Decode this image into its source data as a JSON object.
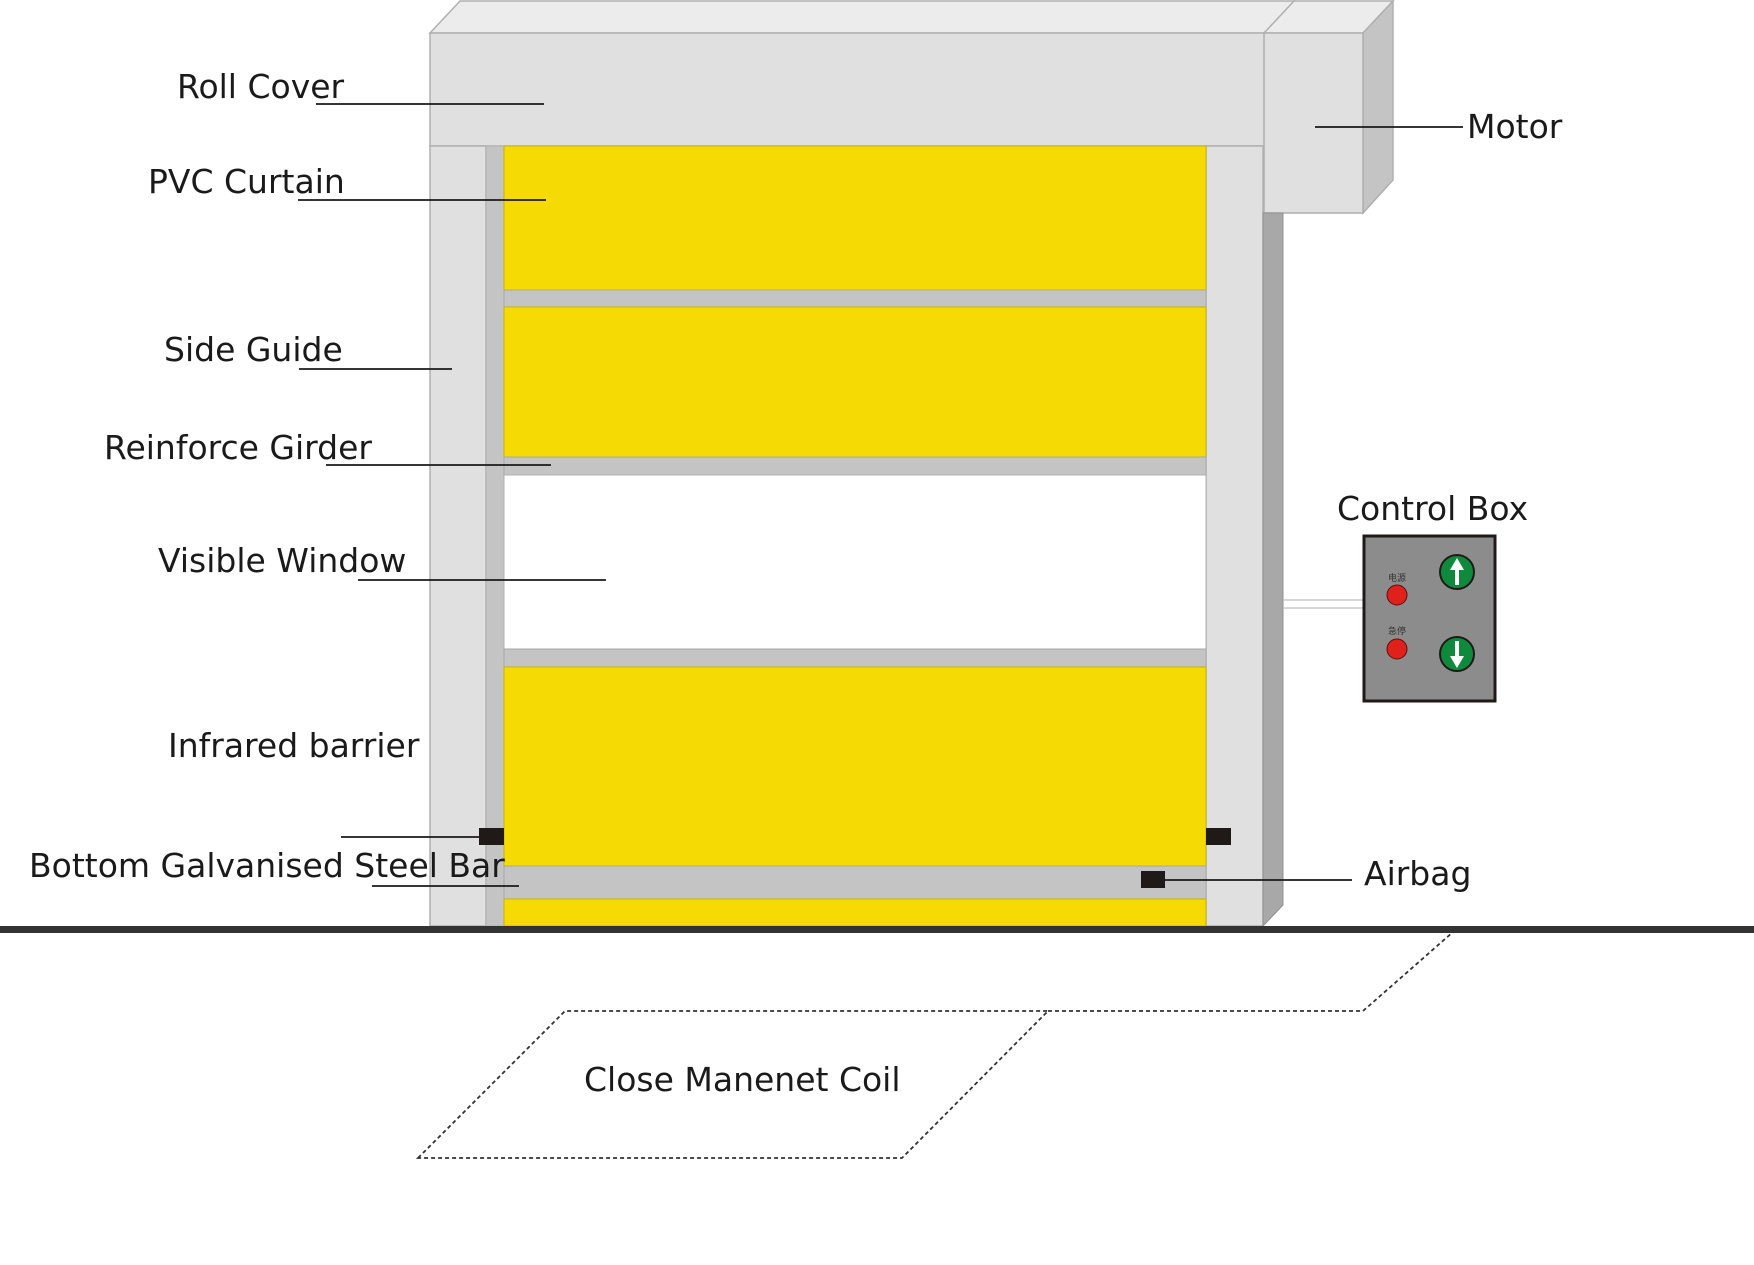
{
  "labels": {
    "roll_cover": "Roll Cover",
    "pvc_curtain": "PVC Curtain",
    "side_guide": "Side Guide",
    "reinforce_girder": "Reinforce Girder",
    "visible_window": "Visible Window",
    "infrared_barrier": "Infrared barrier",
    "bottom_bar": "Bottom Galvanised Steel Bar",
    "motor": "Motor",
    "control_box": "Control Box",
    "airbag": "Airbag",
    "coil": "Close Manenet Coil"
  },
  "control_box": {
    "power_label": "电源",
    "estop_label": "急停"
  },
  "colors": {
    "curtain_yellow": "#f5da03",
    "frame_light": "#e0e0e0",
    "frame_mid": "#c4c4c4",
    "frame_dark": "#a8a8a8",
    "box_gray": "#8c8c8c",
    "indicator_red": "#e0211b",
    "button_green": "#0f8a3c",
    "ground": "#333333"
  }
}
